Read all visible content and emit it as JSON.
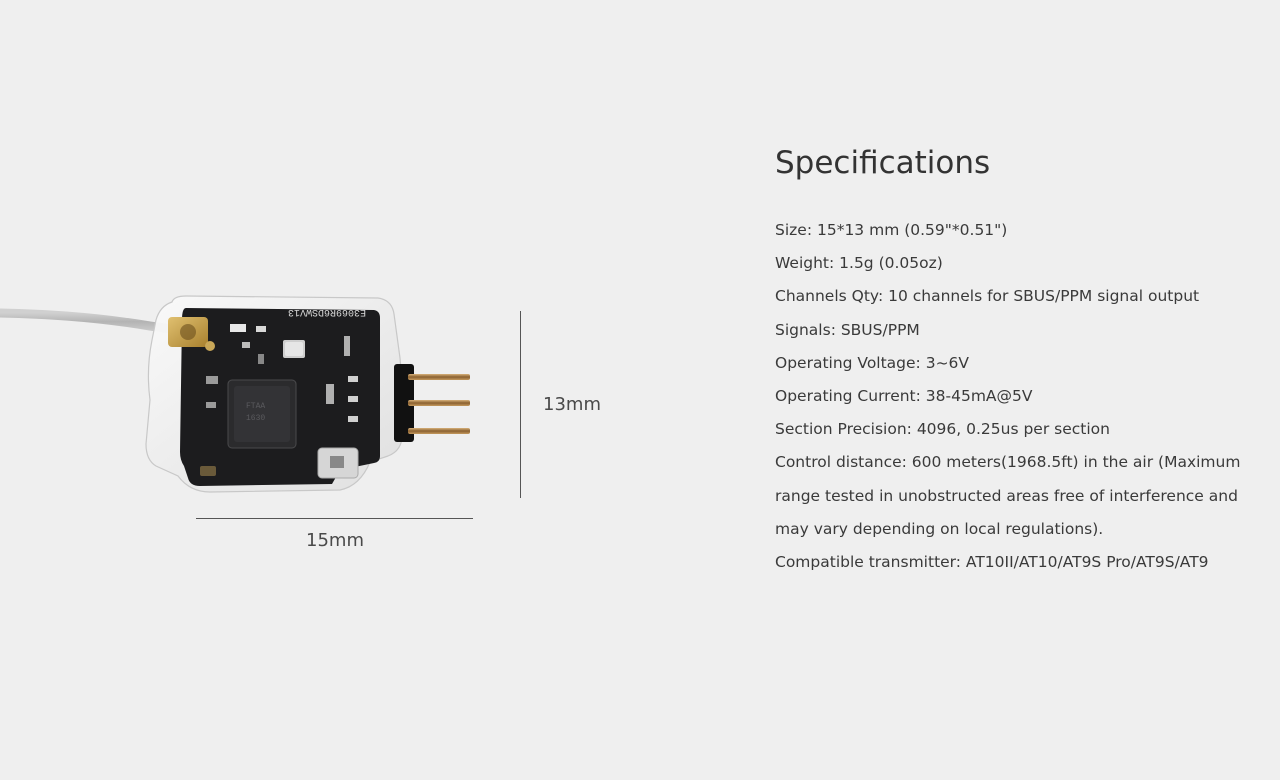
{
  "product_image": {
    "pcb_marking": "E3069R6DSWV13"
  },
  "dimensions": {
    "height_label": "13mm",
    "width_label": "15mm"
  },
  "specifications": {
    "title": "Specifications",
    "items": [
      "Size: 15*13 mm (0.59\"*0.51\")",
      "Weight: 1.5g (0.05oz)",
      "Channels Qty: 10 channels for SBUS/PPM signal output",
      "Signals: SBUS/PPM",
      "Operating Voltage: 3~6V",
      "Operating Current: 38-45mA@5V",
      "Section Precision: 4096, 0.25us per section",
      "Control distance: 600 meters(1968.5ft) in the air (Maximum range tested in unobstructed areas free of interference and may vary depending on local regulations).",
      "Compatible transmitter: AT10II/AT10/AT9S Pro/AT9S/AT9"
    ]
  },
  "colors": {
    "background": "#efefef",
    "text": "#333333",
    "pcb": "#1c1c1e",
    "antenna": "#b8b8b8",
    "pin_gold": "#b5894a"
  }
}
